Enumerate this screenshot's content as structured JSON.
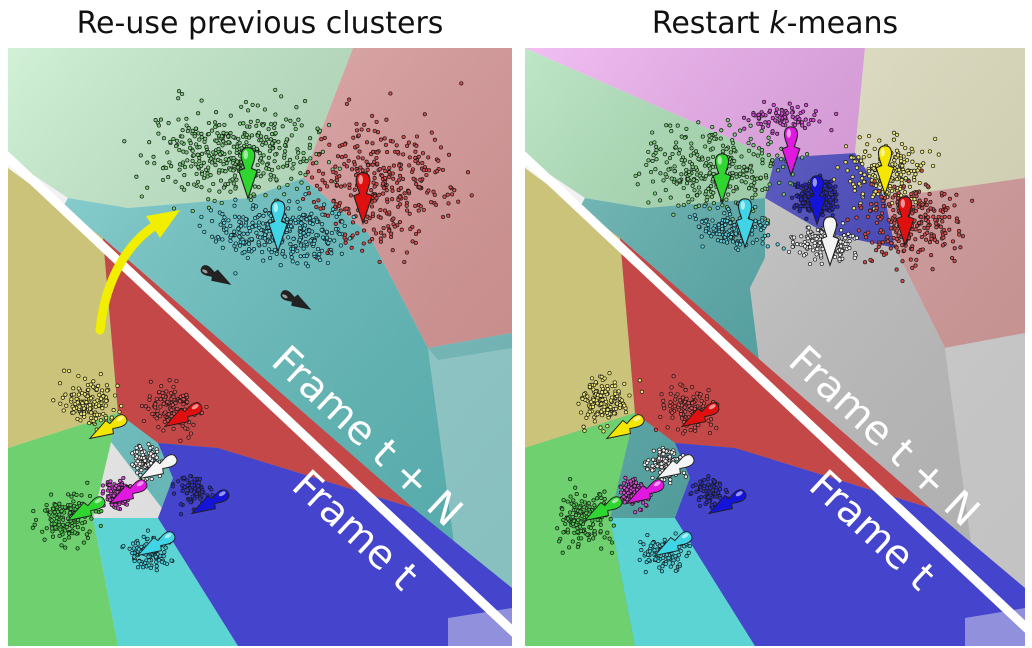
{
  "titles": {
    "left": "Re-use previous clusters",
    "right_prefix": "Restart ",
    "right_k": "k",
    "right_suffix": "-means"
  },
  "frame_labels": {
    "upper": "Frame t + N",
    "lower": "Frame t"
  },
  "colors": {
    "green": "#2fd62f",
    "red": "#e01010",
    "cyan": "#3fd4e6",
    "yellow": "#f5e600",
    "magenta": "#e018e0",
    "blue": "#1414d8",
    "white": "#f4f4f4",
    "black": "#222222",
    "arrow": "#f2ee00"
  },
  "panels": [
    {
      "id": "left",
      "upper_regions": [
        {
          "name": "green",
          "color": "#b9e9c2"
        },
        {
          "name": "red",
          "color": "#eaa0a0"
        },
        {
          "name": "cyan",
          "color": "#63c9c9"
        },
        {
          "name": "cyan-wall",
          "color": "#9fe2e2"
        }
      ],
      "upper_markers": [
        "green",
        "red",
        "cyan",
        "black",
        "black"
      ],
      "lower_regions": [
        {
          "name": "yellow",
          "color": "#cbc37a"
        },
        {
          "name": "red",
          "color": "#c44848"
        },
        {
          "name": "green",
          "color": "#6fd06f"
        },
        {
          "name": "cyan",
          "color": "#5cd4d4"
        },
        {
          "name": "blue",
          "color": "#4444cc"
        },
        {
          "name": "purple",
          "color": "#9090dd"
        }
      ],
      "lower_markers": [
        "yellow",
        "red",
        "white",
        "magenta",
        "blue",
        "green",
        "cyan"
      ]
    },
    {
      "id": "right",
      "upper_regions": [
        {
          "name": "green",
          "color": "#9ad9a8"
        },
        {
          "name": "magenta",
          "color": "#ea9cec"
        },
        {
          "name": "yellow",
          "color": "#f0eeca"
        },
        {
          "name": "red",
          "color": "#e7a6a6"
        },
        {
          "name": "cyan",
          "color": "#46a9a8"
        },
        {
          "name": "blue",
          "color": "#3c3cc8"
        },
        {
          "name": "white",
          "color": "#cfcfcf"
        }
      ],
      "upper_markers": [
        "green",
        "cyan",
        "magenta",
        "blue",
        "yellow",
        "red",
        "white"
      ],
      "lower_regions": [
        {
          "name": "yellow",
          "color": "#cbc37a"
        },
        {
          "name": "red",
          "color": "#c44848"
        },
        {
          "name": "green",
          "color": "#6fd06f"
        },
        {
          "name": "cyan",
          "color": "#5cd4d4"
        },
        {
          "name": "blue",
          "color": "#4444cc"
        },
        {
          "name": "purple",
          "color": "#9090dd"
        }
      ],
      "lower_markers": [
        "yellow",
        "red",
        "white",
        "magenta",
        "blue",
        "green",
        "cyan"
      ]
    }
  ]
}
